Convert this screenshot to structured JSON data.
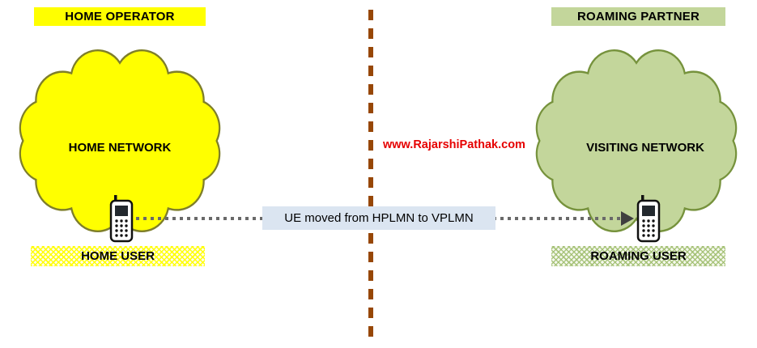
{
  "colors": {
    "cloud-yellow": "#FFFF00",
    "cloud-yellow-border": "#7E7E2A",
    "cloud-green": "#C3D69B",
    "cloud-green-border": "#76923C",
    "divider": "#974706",
    "arrow": "#696969",
    "arrow-head": "#3F3F3F",
    "label-bg": "#DBE5F1",
    "watermark": "#E60000"
  },
  "diagram": {
    "left": {
      "header": "HOME OPERATOR",
      "cloud_label": "HOME NETWORK",
      "user_label": "HOME USER"
    },
    "right": {
      "header": "ROAMING PARTNER",
      "cloud_label": "VISITING NETWORK",
      "user_label": "ROAMING USER"
    },
    "arrow_label": "UE moved from HPLMN to VPLMN",
    "watermark": "www.RajarshiPathak.com"
  }
}
